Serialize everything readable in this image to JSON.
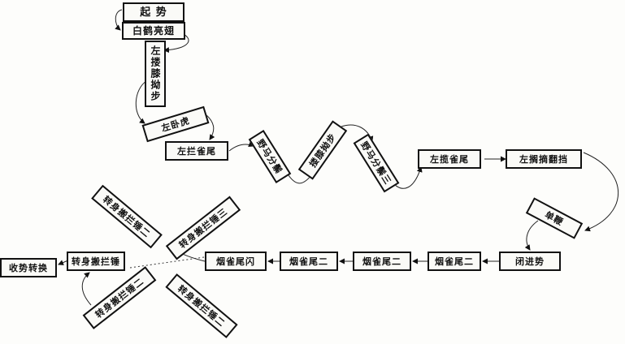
{
  "diagram": {
    "steps": [
      {
        "id": "qishi",
        "label": "起 势"
      },
      {
        "id": "baihe",
        "label": "白鹤亮翅"
      },
      {
        "id": "zuolouxi",
        "label": "左搂膝拗步"
      },
      {
        "id": "s4",
        "label": "左卧虎"
      },
      {
        "id": "s5",
        "label": "左拦雀尾"
      },
      {
        "id": "s6",
        "label": "野马分鬃"
      },
      {
        "id": "s7",
        "label": "搂膝拗步"
      },
      {
        "id": "s8",
        "label": "野马分鬃三"
      },
      {
        "id": "s9",
        "label": "左揽雀尾"
      },
      {
        "id": "s10",
        "label": "左搁摘翻挡"
      },
      {
        "id": "s11",
        "label": "单鞭"
      },
      {
        "id": "s12",
        "label": "闭进势"
      },
      {
        "id": "s13",
        "label": "烟雀尾二"
      },
      {
        "id": "s14",
        "label": "烟雀尾二"
      },
      {
        "id": "s15",
        "label": "烟雀尾二"
      },
      {
        "id": "s16",
        "label": "烟雀尾闪"
      },
      {
        "id": "s17",
        "label": "转身搬拦锤三"
      },
      {
        "id": "s18",
        "label": "转身搬拦锤二"
      },
      {
        "id": "s19",
        "label": "转身搬拦锤二"
      },
      {
        "id": "s20",
        "label": "转身搬拦锤二"
      },
      {
        "id": "s21",
        "label": "转身搬拦锤"
      },
      {
        "id": "s22",
        "label": "收势转换"
      }
    ]
  }
}
